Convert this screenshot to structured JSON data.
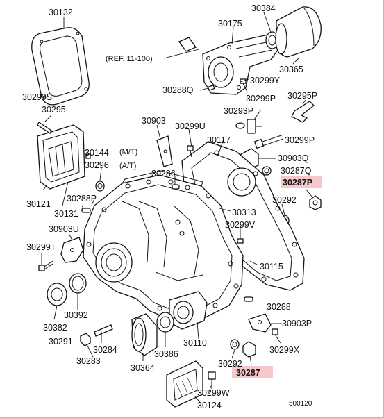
{
  "diagram": {
    "reference_note": "(REF. 11-100)",
    "mt_label": "(M/T)",
    "at_label": "(A/T)",
    "drawing_code": "500120",
    "highlight_color": "#f7c7cc",
    "labels": {
      "p30132": "30132",
      "p30384": "30384",
      "p30175": "30175",
      "p30365": "30365",
      "p30299Y": "30299Y",
      "p30288Q": "30288Q",
      "p30299P_a": "30299P",
      "p30295P": "30295P",
      "p30293P": "30293P",
      "p30299S": "30299S",
      "p30295": "30295",
      "p30903": "30903",
      "p30299U": "30299U",
      "p30117": "30117",
      "p30299P_b": "30299P",
      "p30144": "30144",
      "p30296": "30296",
      "p30903Q": "30903Q",
      "p30287Q": "30287Q",
      "p30287P": "30287P",
      "p30286": "30286",
      "p30121": "30121",
      "p30131": "30131",
      "p30288P": "30288P",
      "p30292_a": "30292",
      "p30313": "30313",
      "p30299V": "30299V",
      "p30903U": "30903U",
      "p30299T": "30299T",
      "p30115": "30115",
      "p30382": "30382",
      "p30392": "30392",
      "p30288": "30288",
      "p30903P": "30903P",
      "p30291": "30291",
      "p30284": "30284",
      "p30110": "30110",
      "p30283": "30283",
      "p30299X": "30299X",
      "p30386": "30386",
      "p30364": "30364",
      "p30292_b": "30292",
      "p30287": "30287",
      "p30299W": "30299W",
      "p30124": "30124"
    }
  }
}
